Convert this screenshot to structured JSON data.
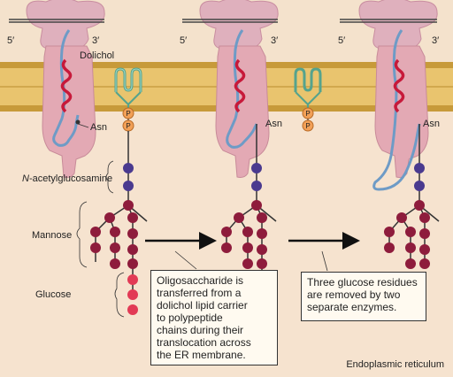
{
  "labels": {
    "five_prime": "5′",
    "three_prime": "3′",
    "dolichol": "Dolichol",
    "asn": "Asn",
    "phosphate": "P",
    "n_prefix": "N",
    "n_rest": "-acetylglucosamine",
    "mannose": "Mannose",
    "glucose": "Glucose",
    "region": "Endoplasmic reticulum"
  },
  "box1": {
    "lines": [
      "Oligosaccharide is",
      "transferred from a",
      "dolichol lipid carrier",
      "to polypeptide",
      "chains during their",
      "translocation across",
      "the ER membrane."
    ]
  },
  "box2": {
    "lines": [
      "Three glucose residues",
      "are removed by two",
      "separate enzymes."
    ]
  },
  "colors": {
    "membrane": "#e9c46e",
    "membrane_line": "#b98b2f",
    "translocon": "#e3a9b4",
    "ribosome": "#dfb0bd",
    "polypeptide": "#c7193a",
    "chain": "#6e9bc6",
    "glcnac": "#4a3a8f",
    "mannose": "#8e1c3c",
    "glucose": "#e23a55",
    "phosphate": "#f2a057",
    "background": "#f6e3cf"
  }
}
